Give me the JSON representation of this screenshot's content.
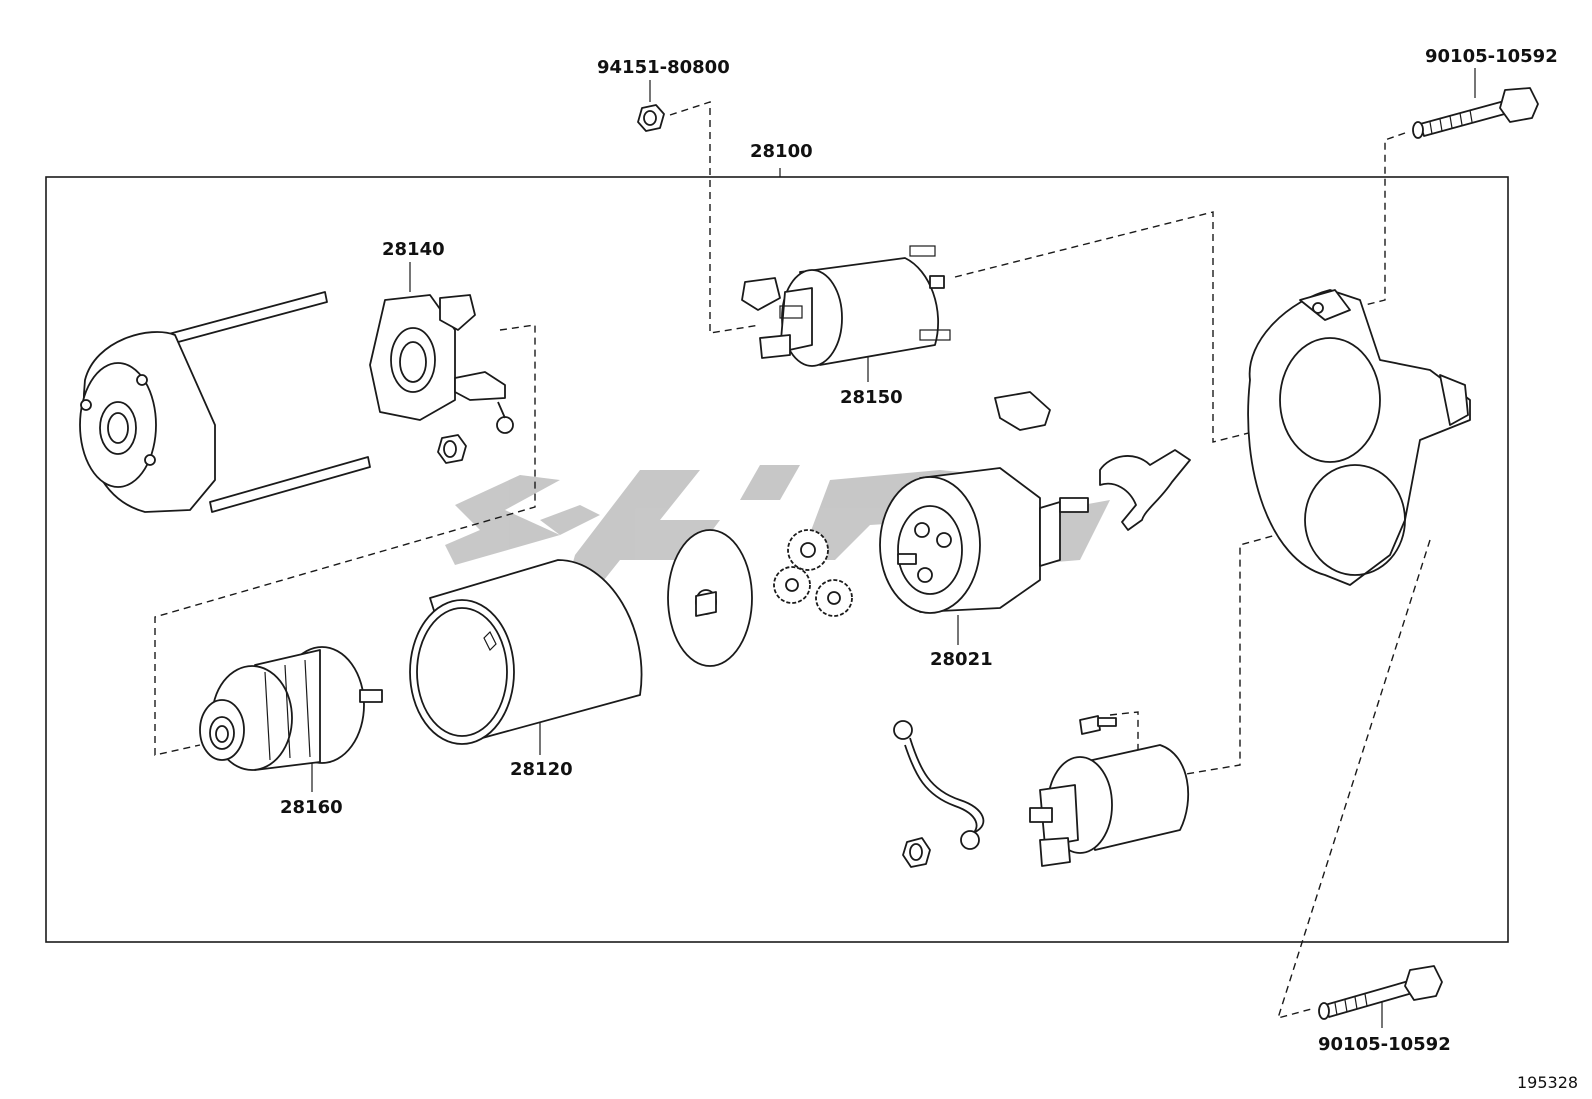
{
  "diagram": {
    "parts": [
      {
        "id": "p94151",
        "number": "94151-80800"
      },
      {
        "id": "p90105a",
        "number": "90105-10592"
      },
      {
        "id": "p28100",
        "number": "28100"
      },
      {
        "id": "p28140",
        "number": "28140"
      },
      {
        "id": "p28150",
        "number": "28150"
      },
      {
        "id": "p28021",
        "number": "28021"
      },
      {
        "id": "p28160",
        "number": "28160"
      },
      {
        "id": "p28120",
        "number": "28120"
      },
      {
        "id": "p90105b",
        "number": "90105-10592"
      }
    ],
    "figure_number": "195328"
  }
}
